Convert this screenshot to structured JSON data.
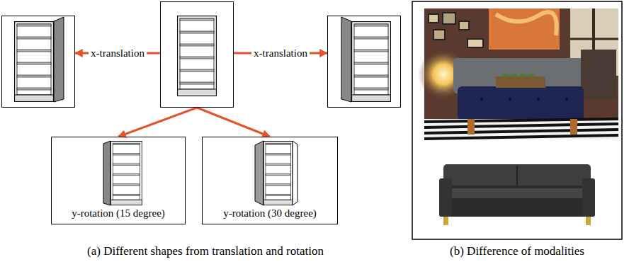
{
  "diagram": {
    "nodes": [
      {
        "text": []
      },
      {
        "text": []
      },
      {
        "text": []
      },
      {
        "text": [
          "y-rotation (15 degree)"
        ]
      },
      {
        "text": [
          "y-rotation (30 degree)"
        ]
      }
    ],
    "edges": [
      {
        "from": 1,
        "to": 0,
        "arrow": "to",
        "label": "x-translation"
      },
      {
        "from": 1,
        "to": 2,
        "arrow": "to",
        "label": "x-translation"
      },
      {
        "from": 1,
        "to": 3,
        "arrow": "to"
      },
      {
        "from": 1,
        "to": 4,
        "arrow": "to"
      }
    ],
    "labels": [
      "(a) Different shapes from translation and rotation",
      "(b) Difference of modalities"
    ]
  }
}
